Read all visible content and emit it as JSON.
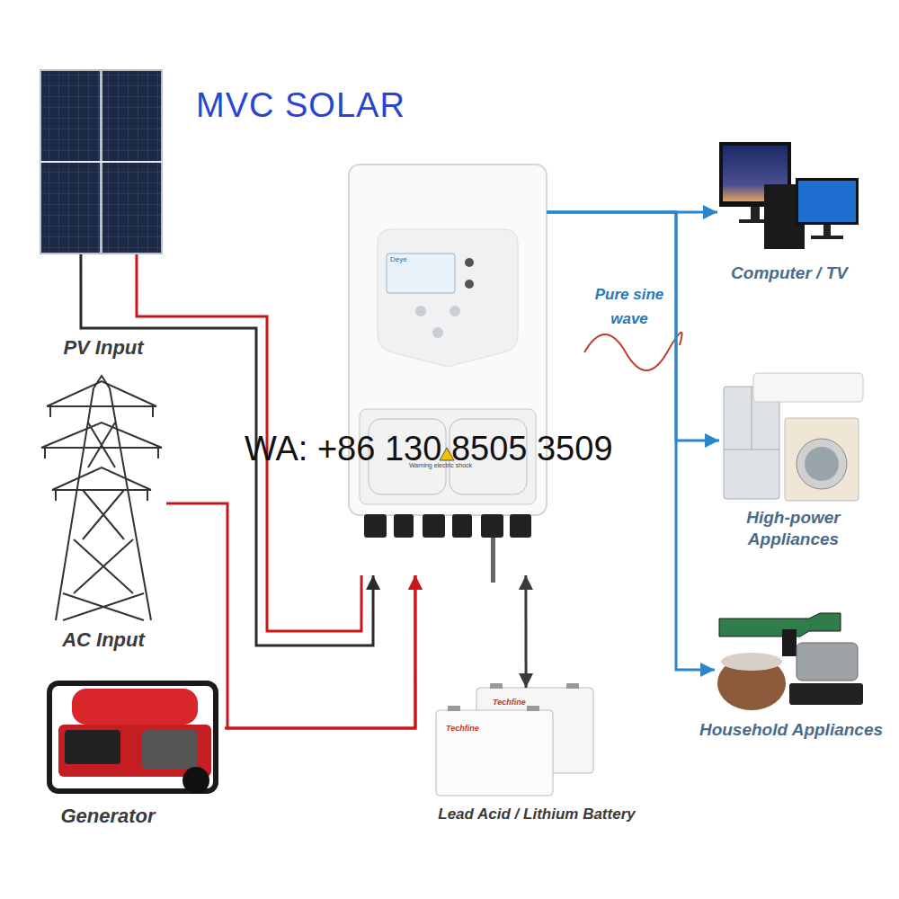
{
  "diagram": {
    "nodes": [
      {
        "text": [
          "PV Input"
        ]
      },
      {
        "text": [
          "Deye",
          "Warning electric shock"
        ]
      },
      {
        "text": [
          "Computer / TV"
        ]
      },
      {
        "text": [
          "AC Input"
        ]
      },
      {
        "text": [
          "High-power Appliances"
        ]
      },
      {
        "text": [
          "Household Appliances"
        ]
      },
      {
        "text": [
          "Generator"
        ]
      },
      {
        "text": [
          "Lead Acid / Lithium Battery"
        ]
      }
    ],
    "edges": [
      {
        "from": 0,
        "to": 1,
        "arrow": "to"
      },
      {
        "from": 0,
        "to": 1,
        "arrow": "none"
      },
      {
        "from": 3,
        "to": 1,
        "arrow": "to"
      },
      {
        "from": 6,
        "to": 1,
        "arrow": "to"
      },
      {
        "from": 1,
        "to": 7,
        "arrow": "both"
      },
      {
        "from": 1,
        "to": 2,
        "arrow": "to"
      },
      {
        "from": 1,
        "to": 4,
        "arrow": "to"
      },
      {
        "from": 1,
        "to": 5,
        "arrow": "to"
      }
    ],
    "labels": [
      "MVC SOLAR",
      "Pure sine wave",
      "WA: +86 130 8505 3509",
      "Techfine",
      "Techfine"
    ]
  }
}
